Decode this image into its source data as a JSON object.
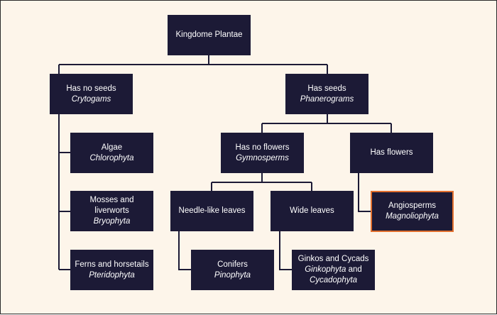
{
  "diagram": {
    "colors": {
      "background": "#fdf5ea",
      "box": "#1c1a36",
      "text": "#ffffff",
      "connector": "#1c1a36",
      "highlight": "#e2702f"
    },
    "nodes": {
      "root": {
        "line1": "Kingdome Plantae"
      },
      "no_seeds": {
        "line1": "Has no seeds",
        "sci": "Crytogams"
      },
      "seeds": {
        "line1": "Has seeds",
        "sci": "Phanerograms"
      },
      "algae": {
        "line1": "Algae",
        "sci": "Chlorophyta"
      },
      "mosses": {
        "line1": "Mosses and",
        "line2": "liverworts",
        "sci": "Bryophyta"
      },
      "ferns": {
        "line1": "Ferns and horsetails",
        "sci": "Pteridophyta"
      },
      "no_flowers": {
        "line1": "Has no flowers",
        "sci": "Gymnosperms"
      },
      "flowers": {
        "line1": "Has flowers"
      },
      "needle": {
        "line1": "Needle-like leaves"
      },
      "wide": {
        "line1": "Wide leaves"
      },
      "angiosperms": {
        "line1": "Angiosperms",
        "sci": "Magnoliophyta"
      },
      "conifers": {
        "line1": "Conifers",
        "sci": "Pinophyta"
      },
      "ginkos": {
        "line1": "Ginkos and Cycads",
        "sci1": "Ginkophyta",
        "conj": "and",
        "sci2": "Cycadophyta"
      }
    }
  }
}
